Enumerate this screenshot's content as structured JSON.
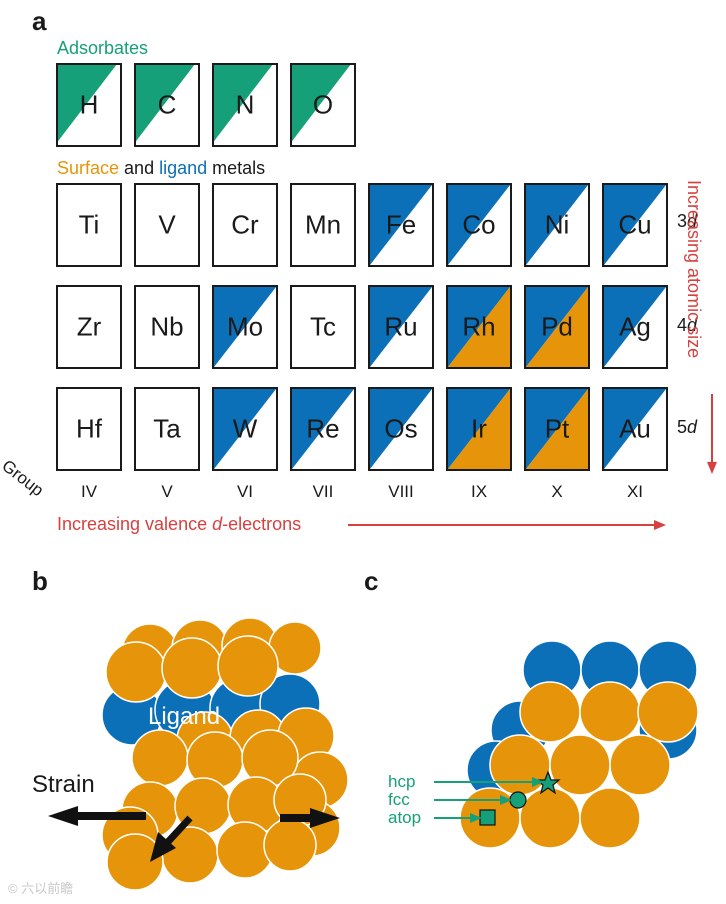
{
  "panels": {
    "a": "a",
    "b": "b",
    "c": "c"
  },
  "adsorbates": {
    "title": "Adsorbates",
    "items": [
      "H",
      "C",
      "N",
      "O"
    ]
  },
  "metals_title": {
    "surface": "Surface",
    "and": " and ",
    "ligand": "ligand",
    "metals": " metals"
  },
  "periods": [
    {
      "n": "3",
      "d": "d"
    },
    {
      "n": "4",
      "d": "d"
    },
    {
      "n": "5",
      "d": "d"
    }
  ],
  "rows": [
    [
      {
        "s": "Ti",
        "t": "none"
      },
      {
        "s": "V",
        "t": "none"
      },
      {
        "s": "Cr",
        "t": "none"
      },
      {
        "s": "Mn",
        "t": "none"
      },
      {
        "s": "Fe",
        "t": "ligand"
      },
      {
        "s": "Co",
        "t": "ligand"
      },
      {
        "s": "Ni",
        "t": "ligand"
      },
      {
        "s": "Cu",
        "t": "ligand"
      }
    ],
    [
      {
        "s": "Zr",
        "t": "none"
      },
      {
        "s": "Nb",
        "t": "none"
      },
      {
        "s": "Mo",
        "t": "ligand"
      },
      {
        "s": "Tc",
        "t": "none"
      },
      {
        "s": "Ru",
        "t": "ligand"
      },
      {
        "s": "Rh",
        "t": "both"
      },
      {
        "s": "Pd",
        "t": "both"
      },
      {
        "s": "Ag",
        "t": "ligand"
      }
    ],
    [
      {
        "s": "Hf",
        "t": "none"
      },
      {
        "s": "Ta",
        "t": "none"
      },
      {
        "s": "W",
        "t": "ligand"
      },
      {
        "s": "Re",
        "t": "ligand"
      },
      {
        "s": "Os",
        "t": "ligand"
      },
      {
        "s": "Ir",
        "t": "both"
      },
      {
        "s": "Pt",
        "t": "both"
      },
      {
        "s": "Au",
        "t": "ligand"
      }
    ]
  ],
  "group_label": "Group",
  "groups": [
    "IV",
    "V",
    "VI",
    "VII",
    "VIII",
    "IX",
    "X",
    "XI"
  ],
  "arrow_x": {
    "before": "Increasing valence ",
    "d": "d",
    "after": "-electrons"
  },
  "arrow_y": "Increasing atomic size",
  "panel_b": {
    "ligand_label": "Ligand",
    "strain_label": "Strain"
  },
  "panel_c": {
    "hcp": "hcp",
    "fcc": "fcc",
    "atop": "atop"
  },
  "watermark": "© 六以前瞻",
  "colors": {
    "adsorbate": "#16a07a",
    "surface": "#e6950b",
    "ligand": "#0b70b8",
    "arrow": "#d6413f"
  }
}
